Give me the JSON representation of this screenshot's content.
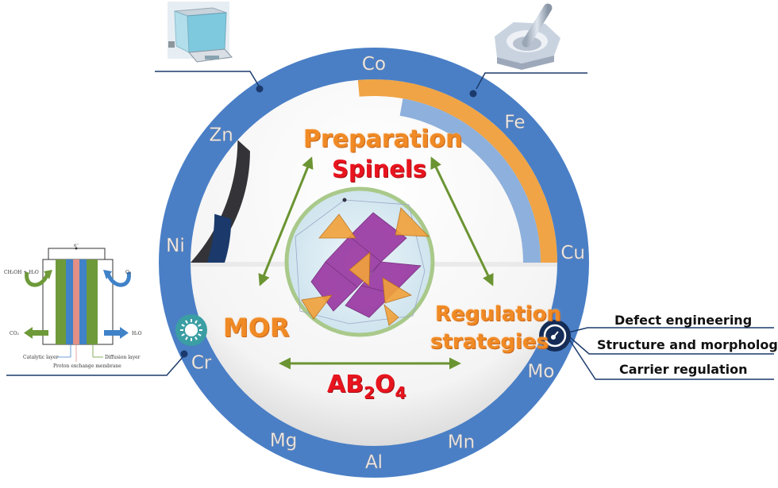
{
  "center": {
    "title_top": "Preparation",
    "title_mid": "Spinels",
    "left_label": "MOR",
    "right_label_line1": "Regulation",
    "right_label_line2": "strategies",
    "formula_main": "AB",
    "formula_sub1": "2",
    "formula_o": "O",
    "formula_sub2": "4"
  },
  "ring": {
    "elements": [
      "Co",
      "Fe",
      "Cu",
      "Mo",
      "Mn",
      "Al",
      "Mg",
      "Cr",
      "Ni",
      "Zn"
    ]
  },
  "regulation_strategies": {
    "items": [
      "Defect engineering",
      "Structure and morphology",
      "Carrier regulation"
    ]
  },
  "fuel_cell": {
    "electron": "e⁻",
    "anode_in": "CH₃OH + H₂O",
    "cathode_in": "O₂",
    "anode_out": "CO₂",
    "cathode_out": "H₂O",
    "catalytic_layer": "Catalytic layer",
    "diffusion_layer": "Diffusion layer",
    "membrane": "Proton exchange membrane"
  },
  "icons": {
    "balance": "analytical-balance-icon",
    "mortar": "mortar-pestle-icon",
    "sun": "sun-icon",
    "gauge": "gauge-icon"
  },
  "colors": {
    "ring_blue": "#4a7fc6",
    "orange": "#f0a445",
    "light_blue": "#8eb0dc",
    "dark_gray": "#333338",
    "navy": "#1b3a6b",
    "arrow_green": "#6b9432",
    "title_orange": "#f08a24",
    "title_red": "#e8141e",
    "teal": "#3a9ea3"
  }
}
